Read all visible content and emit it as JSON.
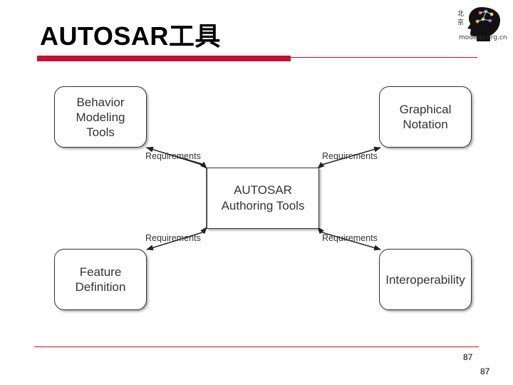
{
  "slide": {
    "title": "AUTOSAR工具"
  },
  "logo": {
    "text": "modeler.org.cn"
  },
  "diagram": {
    "center": "AUTOSAR\nAuthoring Tools",
    "nodes": {
      "top_left": "Behavior\nModeling\nTools",
      "top_right": "Graphical\nNotation",
      "bottom_left": "Feature\nDefinition",
      "bottom_right": "Interoperability"
    },
    "edge_labels": {
      "top_left": "Requirements",
      "top_right": "Requirements",
      "bottom_left": "Requirements",
      "bottom_right": "Requirements"
    }
  },
  "footer": {
    "page_number_inner": "87",
    "page_number_outer": "87"
  }
}
